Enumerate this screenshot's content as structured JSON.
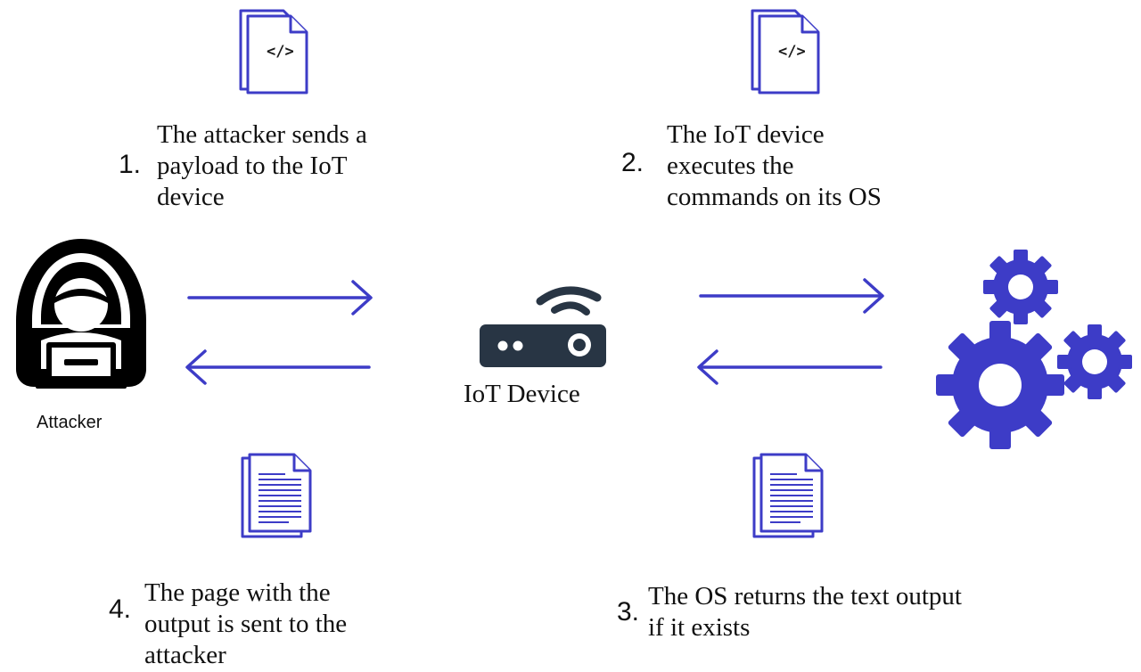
{
  "actors": {
    "attacker": {
      "label": "Attacker",
      "icon": "hooded-hacker-icon"
    },
    "device": {
      "label": "IoT Device",
      "icon": "router-icon"
    },
    "os": {
      "icon": "gears-icon"
    }
  },
  "steps": [
    {
      "number": "1.",
      "lines": [
        "The attacker sends a",
        "payload to the IoT",
        "device"
      ],
      "icon": "code-file-icon"
    },
    {
      "number": "2.",
      "lines": [
        "The IoT device",
        "executes the",
        "commands on its OS"
      ],
      "icon": "code-file-icon"
    },
    {
      "number": "3.",
      "lines": [
        "The OS returns the text output",
        "if it exists"
      ],
      "icon": "text-document-icon"
    },
    {
      "number": "4.",
      "lines": [
        "The page with the",
        "output is sent to the",
        "attacker"
      ],
      "icon": "text-document-icon"
    }
  ],
  "code_glyph": "</>",
  "colors": {
    "accent": "#3d3cc7",
    "dark": "#000000",
    "device": "#283544",
    "text": "#111111"
  }
}
